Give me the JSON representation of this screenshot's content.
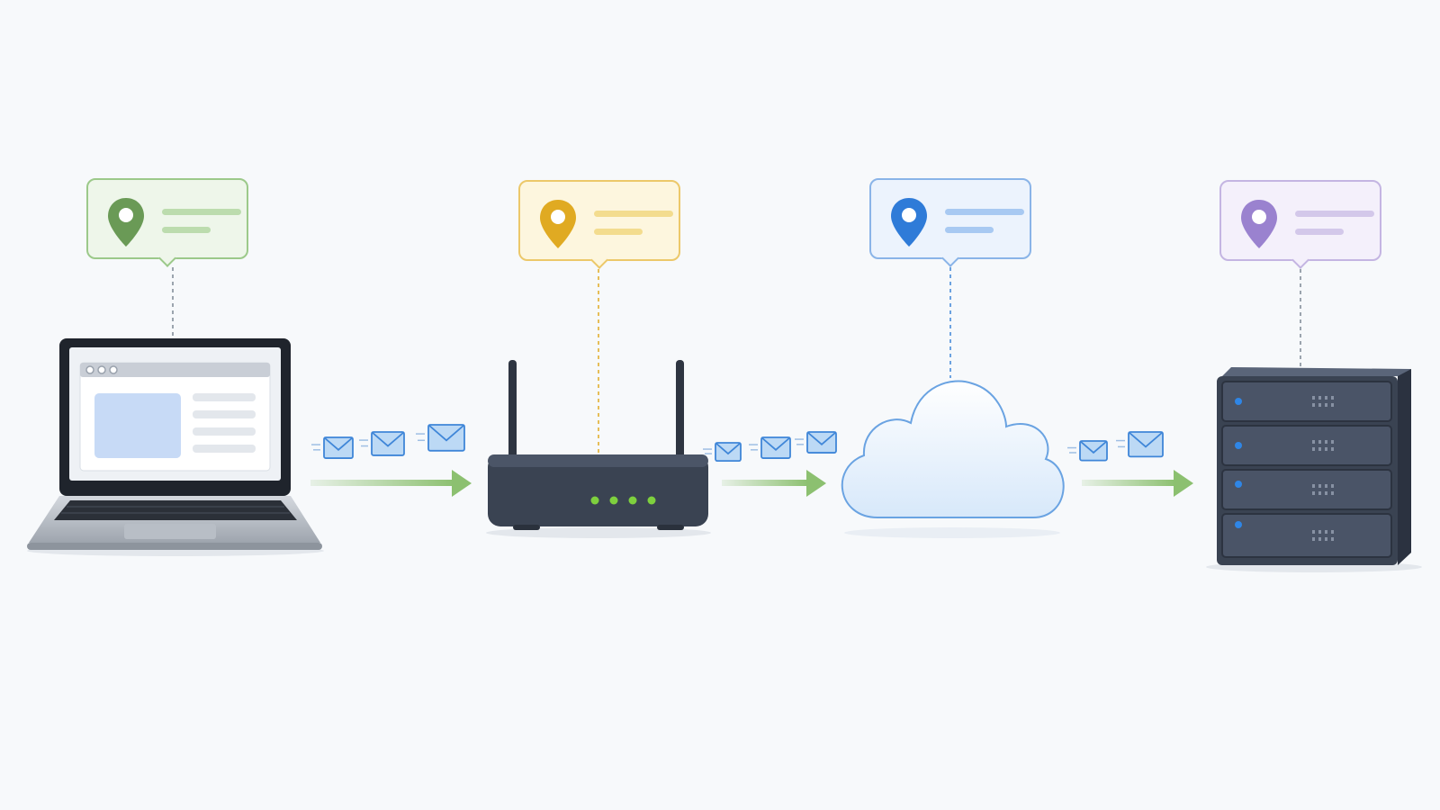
{
  "nodes": [
    {
      "id": "laptop",
      "icon": "laptop-icon",
      "accent": "#6a9a56",
      "callout_bg": "#eef6ea",
      "callout_border": "#9cc98a",
      "callout_line": "#bcdcae"
    },
    {
      "id": "router",
      "icon": "router-icon",
      "accent": "#e0aa22",
      "callout_bg": "#fdf6de",
      "callout_border": "#ecc86a",
      "callout_line": "#f3dc8e"
    },
    {
      "id": "cloud",
      "icon": "cloud-icon",
      "accent": "#2f7bd8",
      "callout_bg": "#ecf3fd",
      "callout_border": "#8ab4e8",
      "callout_line": "#a8c9f2"
    },
    {
      "id": "server",
      "icon": "server-icon",
      "accent": "#9a82cf",
      "callout_bg": "#f4f0fb",
      "callout_border": "#c4b5e2",
      "callout_line": "#d3c8ea"
    }
  ],
  "links": [
    {
      "from": "laptop",
      "to": "router",
      "envelope_count": 3,
      "arrow_color": "#8cc070"
    },
    {
      "from": "router",
      "to": "cloud",
      "envelope_count": 3,
      "arrow_color": "#8cc070"
    },
    {
      "from": "cloud",
      "to": "server",
      "envelope_count": 2,
      "arrow_color": "#8cc070"
    }
  ],
  "colors": {
    "envelope_fill": "#bcd9f5",
    "envelope_stroke": "#3f86d8",
    "device_dark": "#3a4352",
    "router_led": "#7ed03e",
    "server_led": "#2f86e6",
    "connector_dash": "#7d8794"
  }
}
